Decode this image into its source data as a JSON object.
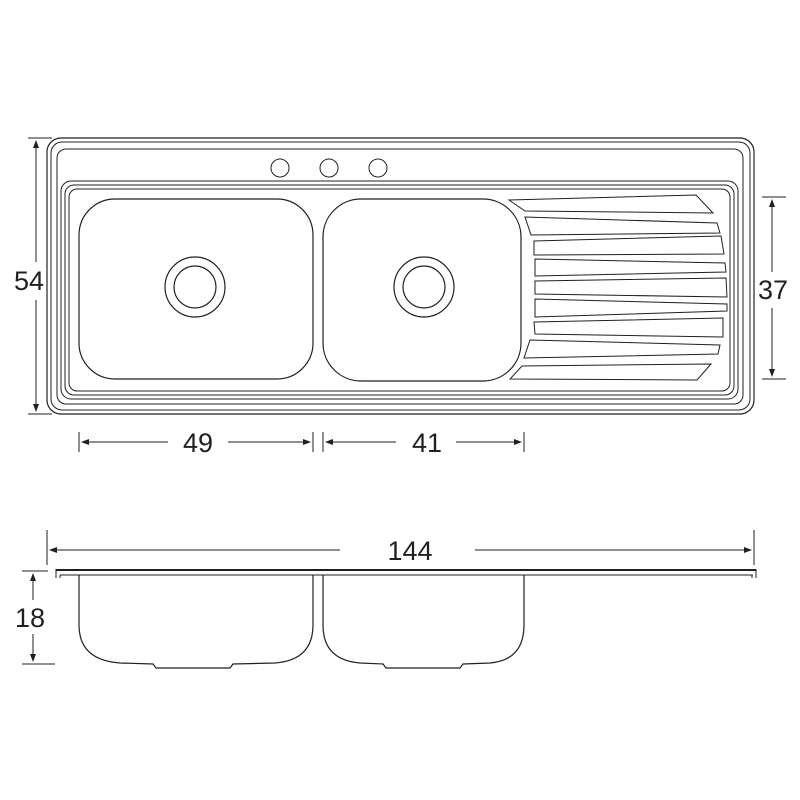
{
  "title": "Double bowl sink with drainboard - dimension drawing",
  "dimensions": {
    "overall_depth": "54",
    "drainboard_depth": "37",
    "left_bowl_width": "49",
    "right_bowl_width": "41",
    "overall_width": "144",
    "bowl_height": "18"
  },
  "colors": {
    "line": "#231f20",
    "background": "#ffffff"
  }
}
